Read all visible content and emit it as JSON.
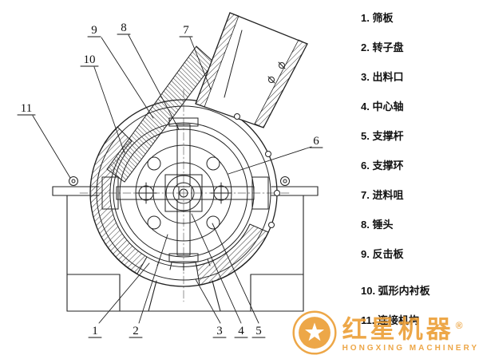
{
  "legend": {
    "items": [
      "1. 筛板",
      "2. 转子盘",
      "3. 出料口",
      "4. 中心轴",
      "5. 支撑杆",
      "6. 支撑环",
      "7. 进料咀",
      "8. 锤头",
      "9. 反击板",
      "10. 弧形内衬板",
      "11. 连接机构"
    ]
  },
  "diagram": {
    "callouts": [
      "1",
      "2",
      "3",
      "4",
      "5",
      "6",
      "7",
      "8",
      "9",
      "10",
      "11"
    ]
  },
  "watermark": {
    "brand_cn": "红星机器",
    "brand_en": "HONGXING MACHINERY",
    "registered": "®",
    "color": "#ec9e35"
  },
  "colors": {
    "line": "#222222",
    "background": "#ffffff"
  }
}
